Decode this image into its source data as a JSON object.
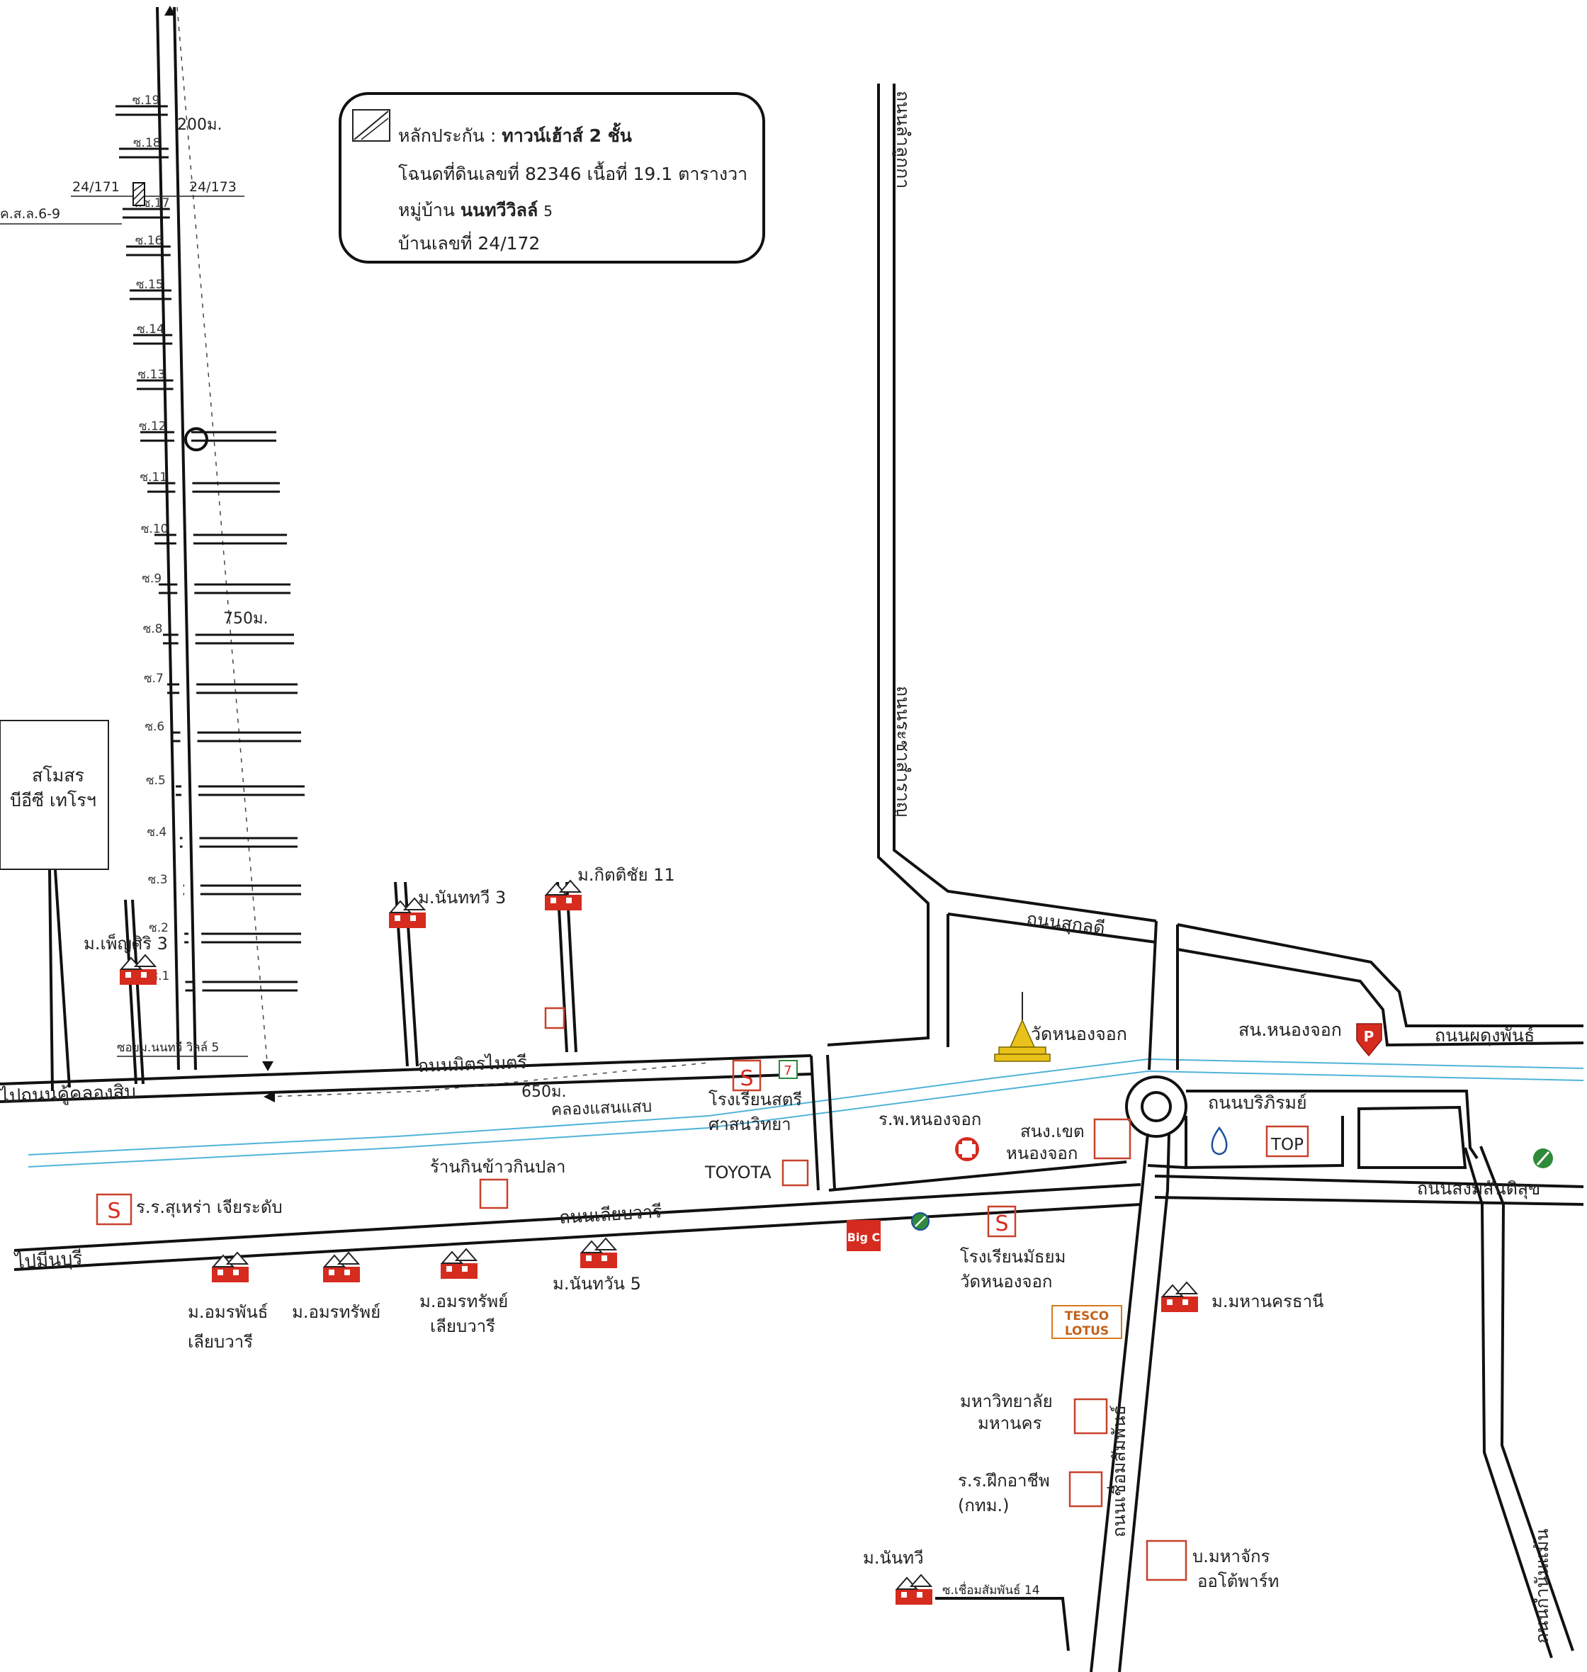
{
  "legend": {
    "line1_prefix": "หลักประกัน :",
    "line1_bold": "ทาวน์เฮ้าส์  2 ชั้น",
    "line2": "โฉนดที่ดินเลขที่ 82346 เนื้อที่ 19.1 ตารางวา",
    "line3_prefix": "หมู่บ้าน",
    "line3_bold": "นนทวีวิลล์",
    "line3_suffix": "5",
    "line4": "บ้านเลขที่ 24/172"
  },
  "sois": [
    "ซ.19",
    "ซ.18",
    "มซ.17",
    "ซ.16",
    "ซ.15",
    "ซ.14",
    "ซ.13",
    "ซ.12",
    "ซ.11",
    "ซ.10",
    "ซ.9",
    "ซ.8",
    "ซ.7",
    "ซ.6",
    "ซ.5",
    "ซ.4",
    "ซ.3",
    "ซ.2",
    "ซ.1"
  ],
  "plots": {
    "left": "24/171",
    "right": "24/173",
    "kss": "ค.ส.ล.6-9"
  },
  "distances": {
    "d200": "200ม.",
    "d750": "750ม.",
    "d650": "650ม."
  },
  "roads": {
    "lamlukka": "ถนนลำลูกกา",
    "rachasamran": "ถนนระชาสำราญ",
    "sukonthi": "ถนนสุกลดี",
    "mitmaitri": "ถนนมิตรไมตรี",
    "khuklongsip": "ไปถนนคู้คลองสิบ",
    "liabwari": "ถนนเลียบวารี",
    "pai_minburi": "ไปมีนบุรี",
    "borirom": "ถนนบริภิรมย์",
    "phadungphan": "ถนนผดุงพันธ์",
    "songsantisuk": "ถนนสงมสันติสุข",
    "chueamsamphan": "ถนนเชื่อมสัมพันธ์",
    "kamnaneng": "ถนนกำนันแม้น",
    "soi_nonthawi5": "ซอยม.นนทวี วิลล์ 5",
    "soi_chueam14": "ซ.เชื่อมสัมพันธ์ 14"
  },
  "canal": "คลองแสนแสบ",
  "places": {
    "club": [
      "สโมสร",
      "บีอีซี เทโรฯ"
    ],
    "pensiri": "ม.เพ็ญศิริ 3",
    "nanthawi3": "ม.นันททวี 3",
    "kittichai": "ม.กิตติชัย 11",
    "wat": "วัดหนองจอก",
    "police": "สน.หนองจอก",
    "school_satri": [
      "โรงเรียนสตรี",
      "ศาสนวิทยา"
    ],
    "toyota": "TOYOTA",
    "hospital": "ร.พ.หนองจอก",
    "district": [
      "สนง.เขต",
      "หนองจอก"
    ],
    "restaurant": "ร้านกินข้าวกินปลา",
    "school_sukhrao": "ร.ร.สุเหร่า เจียระดับ",
    "amonphan": [
      "ม.อมรพันธ์",
      "เลียบวารี"
    ],
    "amornsap": "ม.อมรทรัพย์",
    "amornsap2": [
      "ม.อมรทรัพย์",
      "เลียบวารี"
    ],
    "nanthawan5": "ม.นันทวัน 5",
    "school_wat": [
      "โรงเรียนมัธยม",
      "วัดหนองจอก"
    ],
    "mahanakorn_thani": "ม.มหานครธานี",
    "university": [
      "มหาวิทยาลัย",
      "มหานคร"
    ],
    "vocational": [
      "ร.ร.ฝึกอาชีพ",
      "(กทม.)"
    ],
    "nanthawi": "ม.นันทวี",
    "autopart": [
      "บ.มหาจักร",
      "ออโต้พาร์ท"
    ],
    "top": "TOP",
    "tesco": [
      "TESCO",
      "LOTUS"
    ],
    "big": "Big C",
    "s": "S",
    "p": "P"
  },
  "colors": {
    "red": "#d62b1f",
    "canal": "#4fb3d9",
    "gold": "#e8c21a"
  }
}
